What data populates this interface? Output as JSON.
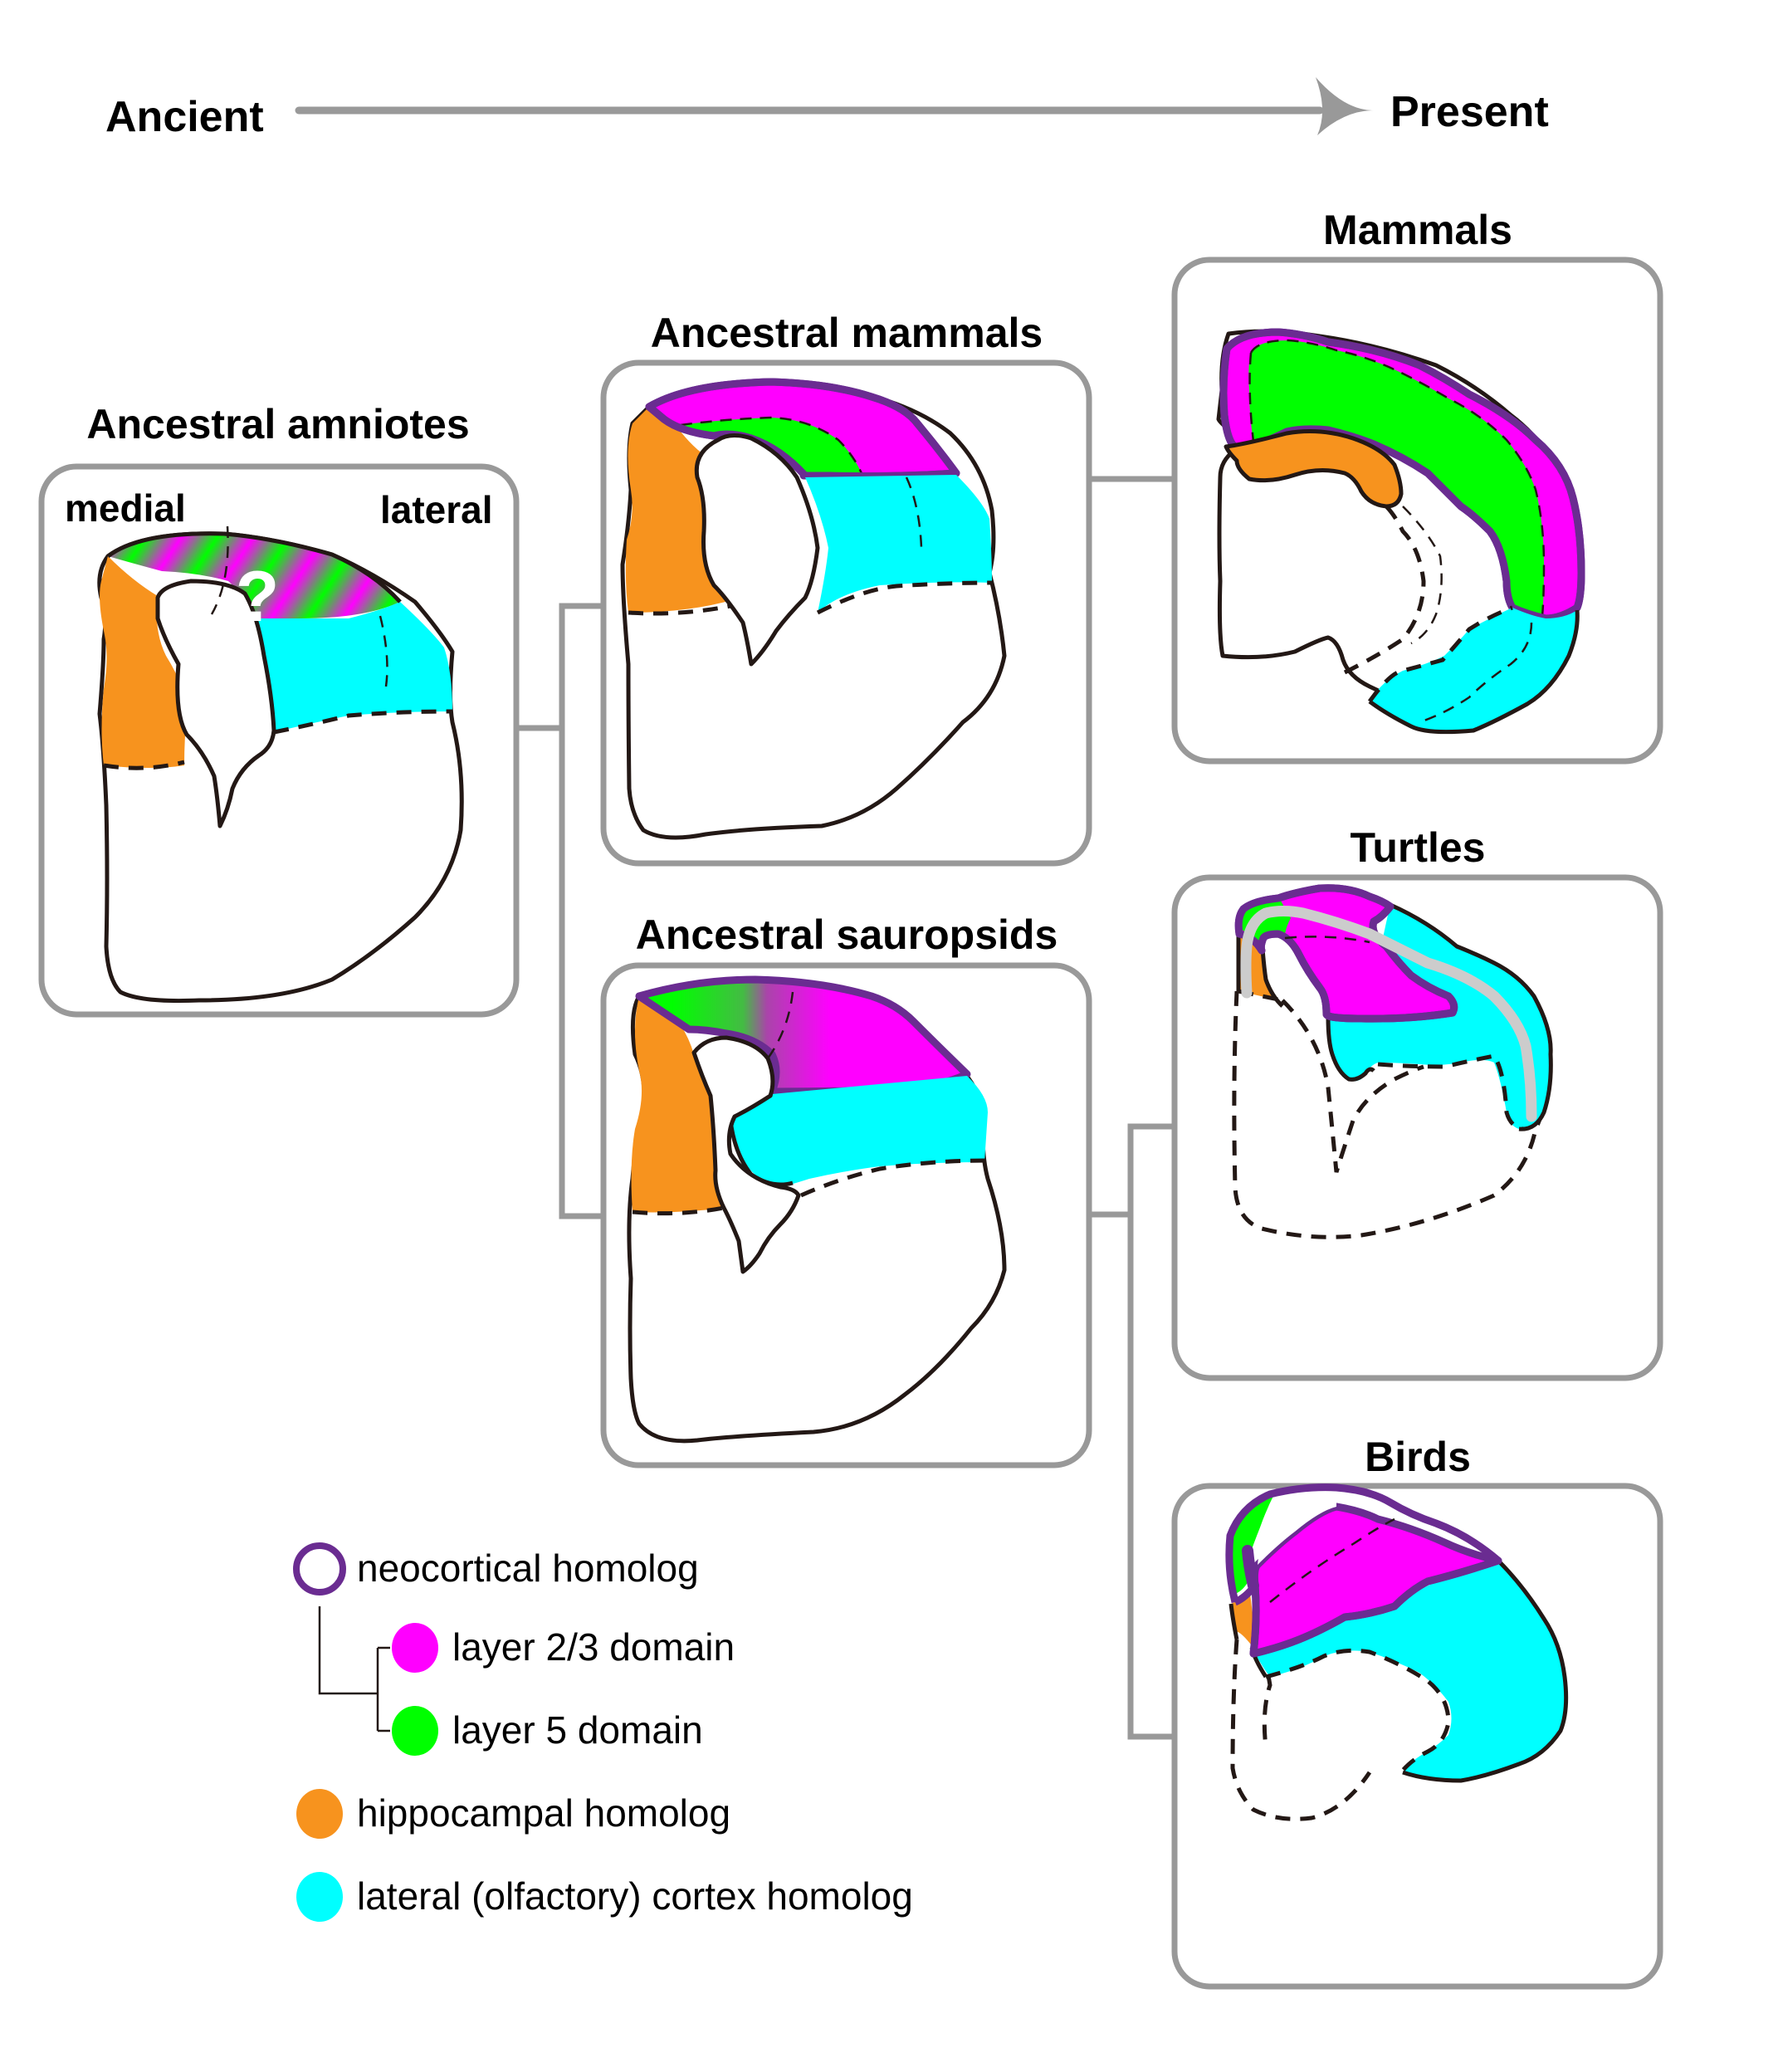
{
  "timeline": {
    "start_label": "Ancient",
    "end_label": "Present",
    "arrow_color": "#999999"
  },
  "panels": {
    "ancestral_amniotes": {
      "title": "Ancestral amniotes",
      "medial_label": "medial",
      "lateral_label": "lateral",
      "unknown_mark": "?"
    },
    "ancestral_mammals": {
      "title": "Ancestral mammals"
    },
    "ancestral_sauropsids": {
      "title": "Ancestral sauropsids"
    },
    "mammals": {
      "title": "Mammals"
    },
    "turtles": {
      "title": "Turtles"
    },
    "birds": {
      "title": "Birds"
    }
  },
  "tree": {
    "edges": [
      [
        "ancestral_amniotes",
        "ancestral_mammals"
      ],
      [
        "ancestral_amniotes",
        "ancestral_sauropsids"
      ],
      [
        "ancestral_mammals",
        "mammals"
      ],
      [
        "ancestral_sauropsids",
        "turtles"
      ],
      [
        "ancestral_sauropsids",
        "birds"
      ]
    ]
  },
  "legend": {
    "items": [
      {
        "key": "neocortical",
        "label": "neocortical homolog",
        "color": "#6a2c91",
        "style": "ring"
      },
      {
        "key": "layer23",
        "label": "layer 2/3 domain",
        "color": "#ff00ff",
        "style": "fill",
        "parent": "neocortical"
      },
      {
        "key": "layer5",
        "label": "layer 5 domain",
        "color": "#00ff00",
        "style": "fill",
        "parent": "neocortical"
      },
      {
        "key": "hippocampal",
        "label": "hippocampal homolog",
        "color": "#f7931e",
        "style": "fill"
      },
      {
        "key": "lateral",
        "label": "lateral (olfactory) cortex homolog",
        "color": "#00ffff",
        "style": "fill"
      }
    ]
  },
  "colors": {
    "layer23": "#ff00ff",
    "layer5": "#00ff00",
    "hippocampal": "#f7931e",
    "lateral": "#00ffff",
    "neocortical_outline": "#6a2c91",
    "gray_band": "#cccccc",
    "box_border": "#999999"
  }
}
